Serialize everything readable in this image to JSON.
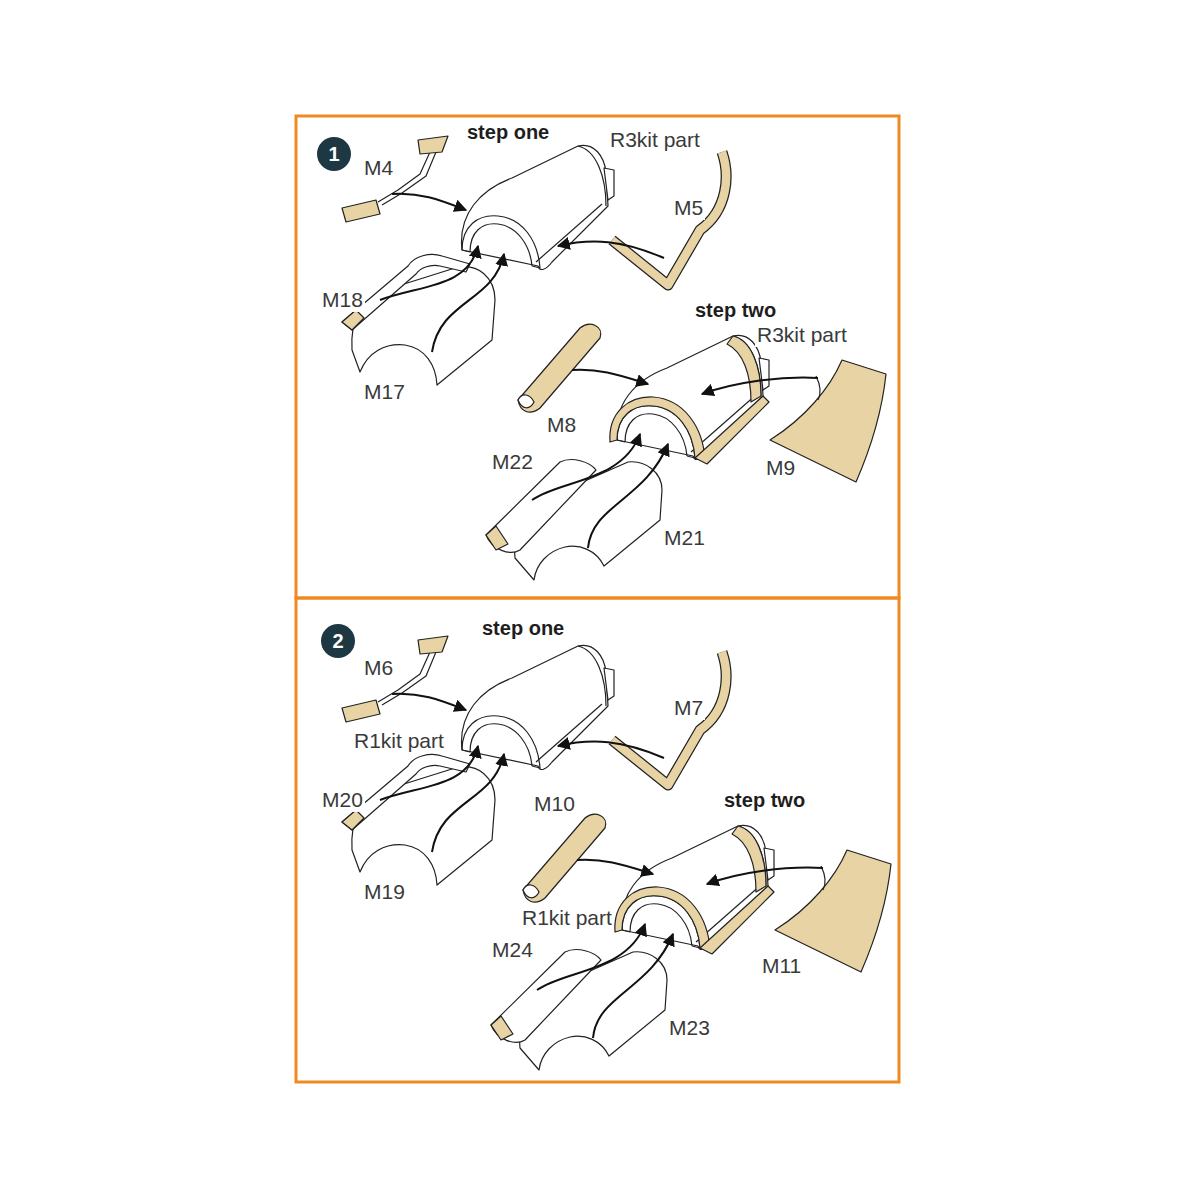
{
  "diagram": {
    "nodes": [
      {
        "text": [
          "1"
        ]
      },
      {
        "text": [
          "2"
        ]
      }
    ],
    "labels": [
      "step one",
      "R3kit part",
      "M4",
      "M5",
      "M18",
      "M17",
      "step two",
      "R3kit part",
      "M8",
      "M22",
      "M9",
      "M21",
      "step one",
      "M6",
      "M7",
      "R1kit part",
      "M20",
      "M19",
      "step two",
      "M10",
      "R1kit part",
      "M24",
      "M11",
      "M23"
    ]
  }
}
